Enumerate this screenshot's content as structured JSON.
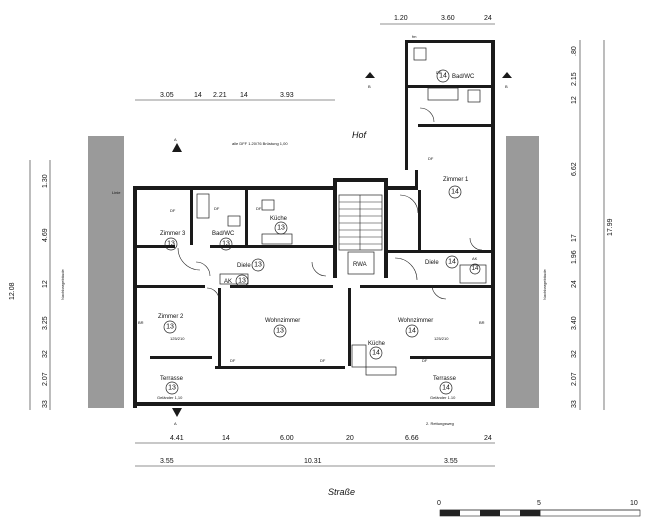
{
  "labels": {
    "hof": "Hof",
    "strasse": "Straße",
    "dff_note": "alle DFF 1.20/76  Brüstung 1,00",
    "rettungsweg": "2. Rettungsweg",
    "nachbar_left": "Nachbargebäude",
    "nachbar_right": "Nachbargebäude",
    "rwa": "RWA",
    "section_a_top": "A",
    "section_a_bottom": "A",
    "section_b_left": "B",
    "section_b_right": "B",
    "linie": "Linie",
    "fm": "fm"
  },
  "rooms": {
    "zimmer3": {
      "name": "Zimmer 3",
      "unit": "13"
    },
    "badwc13": {
      "name": "Bad/WC",
      "unit": "13"
    },
    "kueche13": {
      "name": "Küche",
      "unit": "13"
    },
    "diele13": {
      "name": "Diele",
      "unit": "13"
    },
    "ak13": {
      "name": "AK",
      "unit": "13"
    },
    "zimmer2": {
      "name": "Zimmer 2",
      "unit": "13"
    },
    "wohnzimmer13": {
      "name": "Wohnzimmer",
      "unit": "13"
    },
    "terrasse13": {
      "name": "Terrasse",
      "unit": "13",
      "note": "Geländer 1,10"
    },
    "badwc14": {
      "name": "Bad/WC",
      "unit": "14"
    },
    "zimmer1": {
      "name": "Zimmer 1",
      "unit": "14"
    },
    "diele14": {
      "name": "Diele",
      "unit": "14"
    },
    "ak14": {
      "name": "AK",
      "unit": "14"
    },
    "wohnzimmer14": {
      "name": "Wohnzimmer",
      "unit": "14"
    },
    "kueche14": {
      "name": "Küche",
      "unit": "14"
    },
    "terrasse14": {
      "name": "Terrasse",
      "unit": "14",
      "note": "Geländer 1.10"
    }
  },
  "marks": {
    "df": "DF",
    "br": "BR",
    "window_size": "125/210",
    "window_size_right": "125/210"
  },
  "dims_top_wing": [
    "1.20",
    "3.60",
    "24"
  ],
  "dims_top": [
    "3.05",
    "14",
    "2.21",
    "14",
    "3.93"
  ],
  "dims_bottom1": [
    "4.41",
    "14",
    "6.00",
    "20",
    "6.66",
    "24"
  ],
  "dims_bottom2": [
    "3.55",
    "10.31",
    "3.55"
  ],
  "dims_left": [
    "1.30",
    "4.69",
    "12",
    "3.25",
    "32",
    "2.07",
    "33"
  ],
  "dims_left_total": "12.08",
  "dims_right": [
    ".80",
    "2.15",
    "12",
    "6.62",
    "17",
    "1.96",
    "24",
    "3.40",
    "32",
    "2.07",
    "33"
  ],
  "dims_right_total": "17.99",
  "scale": {
    "ticks": [
      "0",
      "5",
      "10"
    ]
  }
}
